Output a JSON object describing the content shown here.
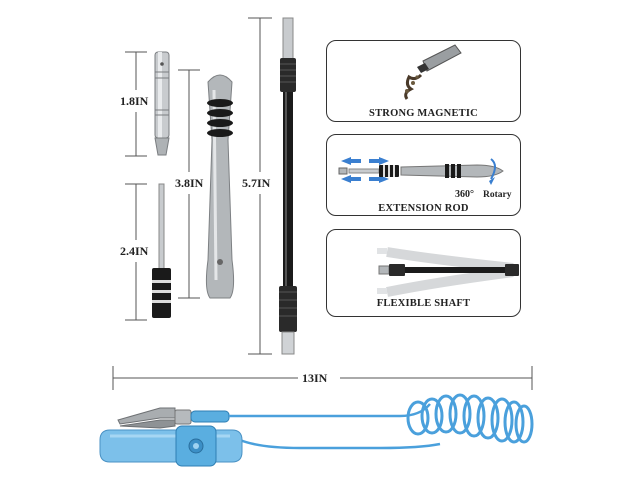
{
  "dimensions": {
    "bit_length": "1.8IN",
    "extension_length": "2.4IN",
    "handle_length": "3.8IN",
    "shaft_length": "5.7IN",
    "strap_length": "13IN"
  },
  "panels": [
    {
      "label": "STRONG MAGNETIC"
    },
    {
      "label": "EXTENSION ROD",
      "rotary_angle": "360°",
      "rotary_text": "Rotary"
    },
    {
      "label": "FLEXIBLE SHAFT"
    }
  ],
  "colors": {
    "wrist_strap": "#6fb6e3",
    "cord": "#4aa0dc",
    "handle": "#b0b4b8",
    "shaft": "#1b1b1b",
    "arrow": "#3a7fd0"
  }
}
